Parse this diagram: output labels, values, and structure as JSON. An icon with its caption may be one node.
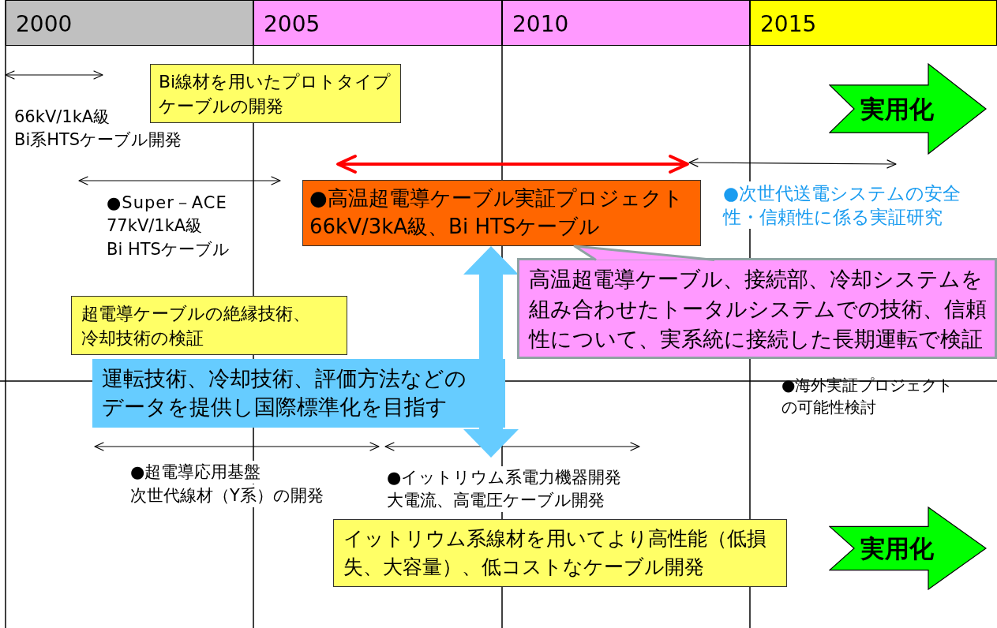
{
  "diagram": {
    "nodes": [
      {
        "text": [
          "Bi線材を用いたプロトタイプケーブルの開発"
        ]
      },
      {
        "text": [
          "実用化"
        ]
      },
      {
        "text": [
          "●高温超電導ケーブル実証プロジェクト",
          "66kV/3kA級、Bi HTSケーブル"
        ]
      },
      {
        "text": [
          "高温超電導ケーブル、接続部、冷却システムを組み合わせたトータルシステムでの技術、信頼性について、実系統に接続した長期運転で検証"
        ]
      },
      {
        "text": [
          "超電導ケーブルの絶縁技術、冷却技術の検証"
        ]
      },
      {
        "text": [
          "運転技術、冷却技術、評価方法などのデータを提供し国際標準化を目指す"
        ]
      },
      {
        "text": [
          "イットリウム系線材を用いてより高性能（低損失、大容量）、低コストなケーブル開発"
        ]
      },
      {
        "text": [
          "実用化"
        ]
      }
    ],
    "edges": [
      {
        "from": 5,
        "to": 2,
        "arrow": "both"
      }
    ],
    "labels": [
      "2000",
      "2005",
      "2010",
      "2015",
      "66kV/1kA級",
      "Bi系HTSケーブル開発",
      "●Super－ACE",
      "77kV/1kA級",
      "Bi HTSケーブル",
      "●次世代送電システムの安全性・信頼性に係る実証研究",
      "●海外実証プロジェクトの可能性検討",
      "●超電導応用基盤",
      "次世代線材（Y系）の開発",
      "●イットリウム系電力機器開発",
      "大電流、高電圧ケーブル開発"
    ]
  }
}
